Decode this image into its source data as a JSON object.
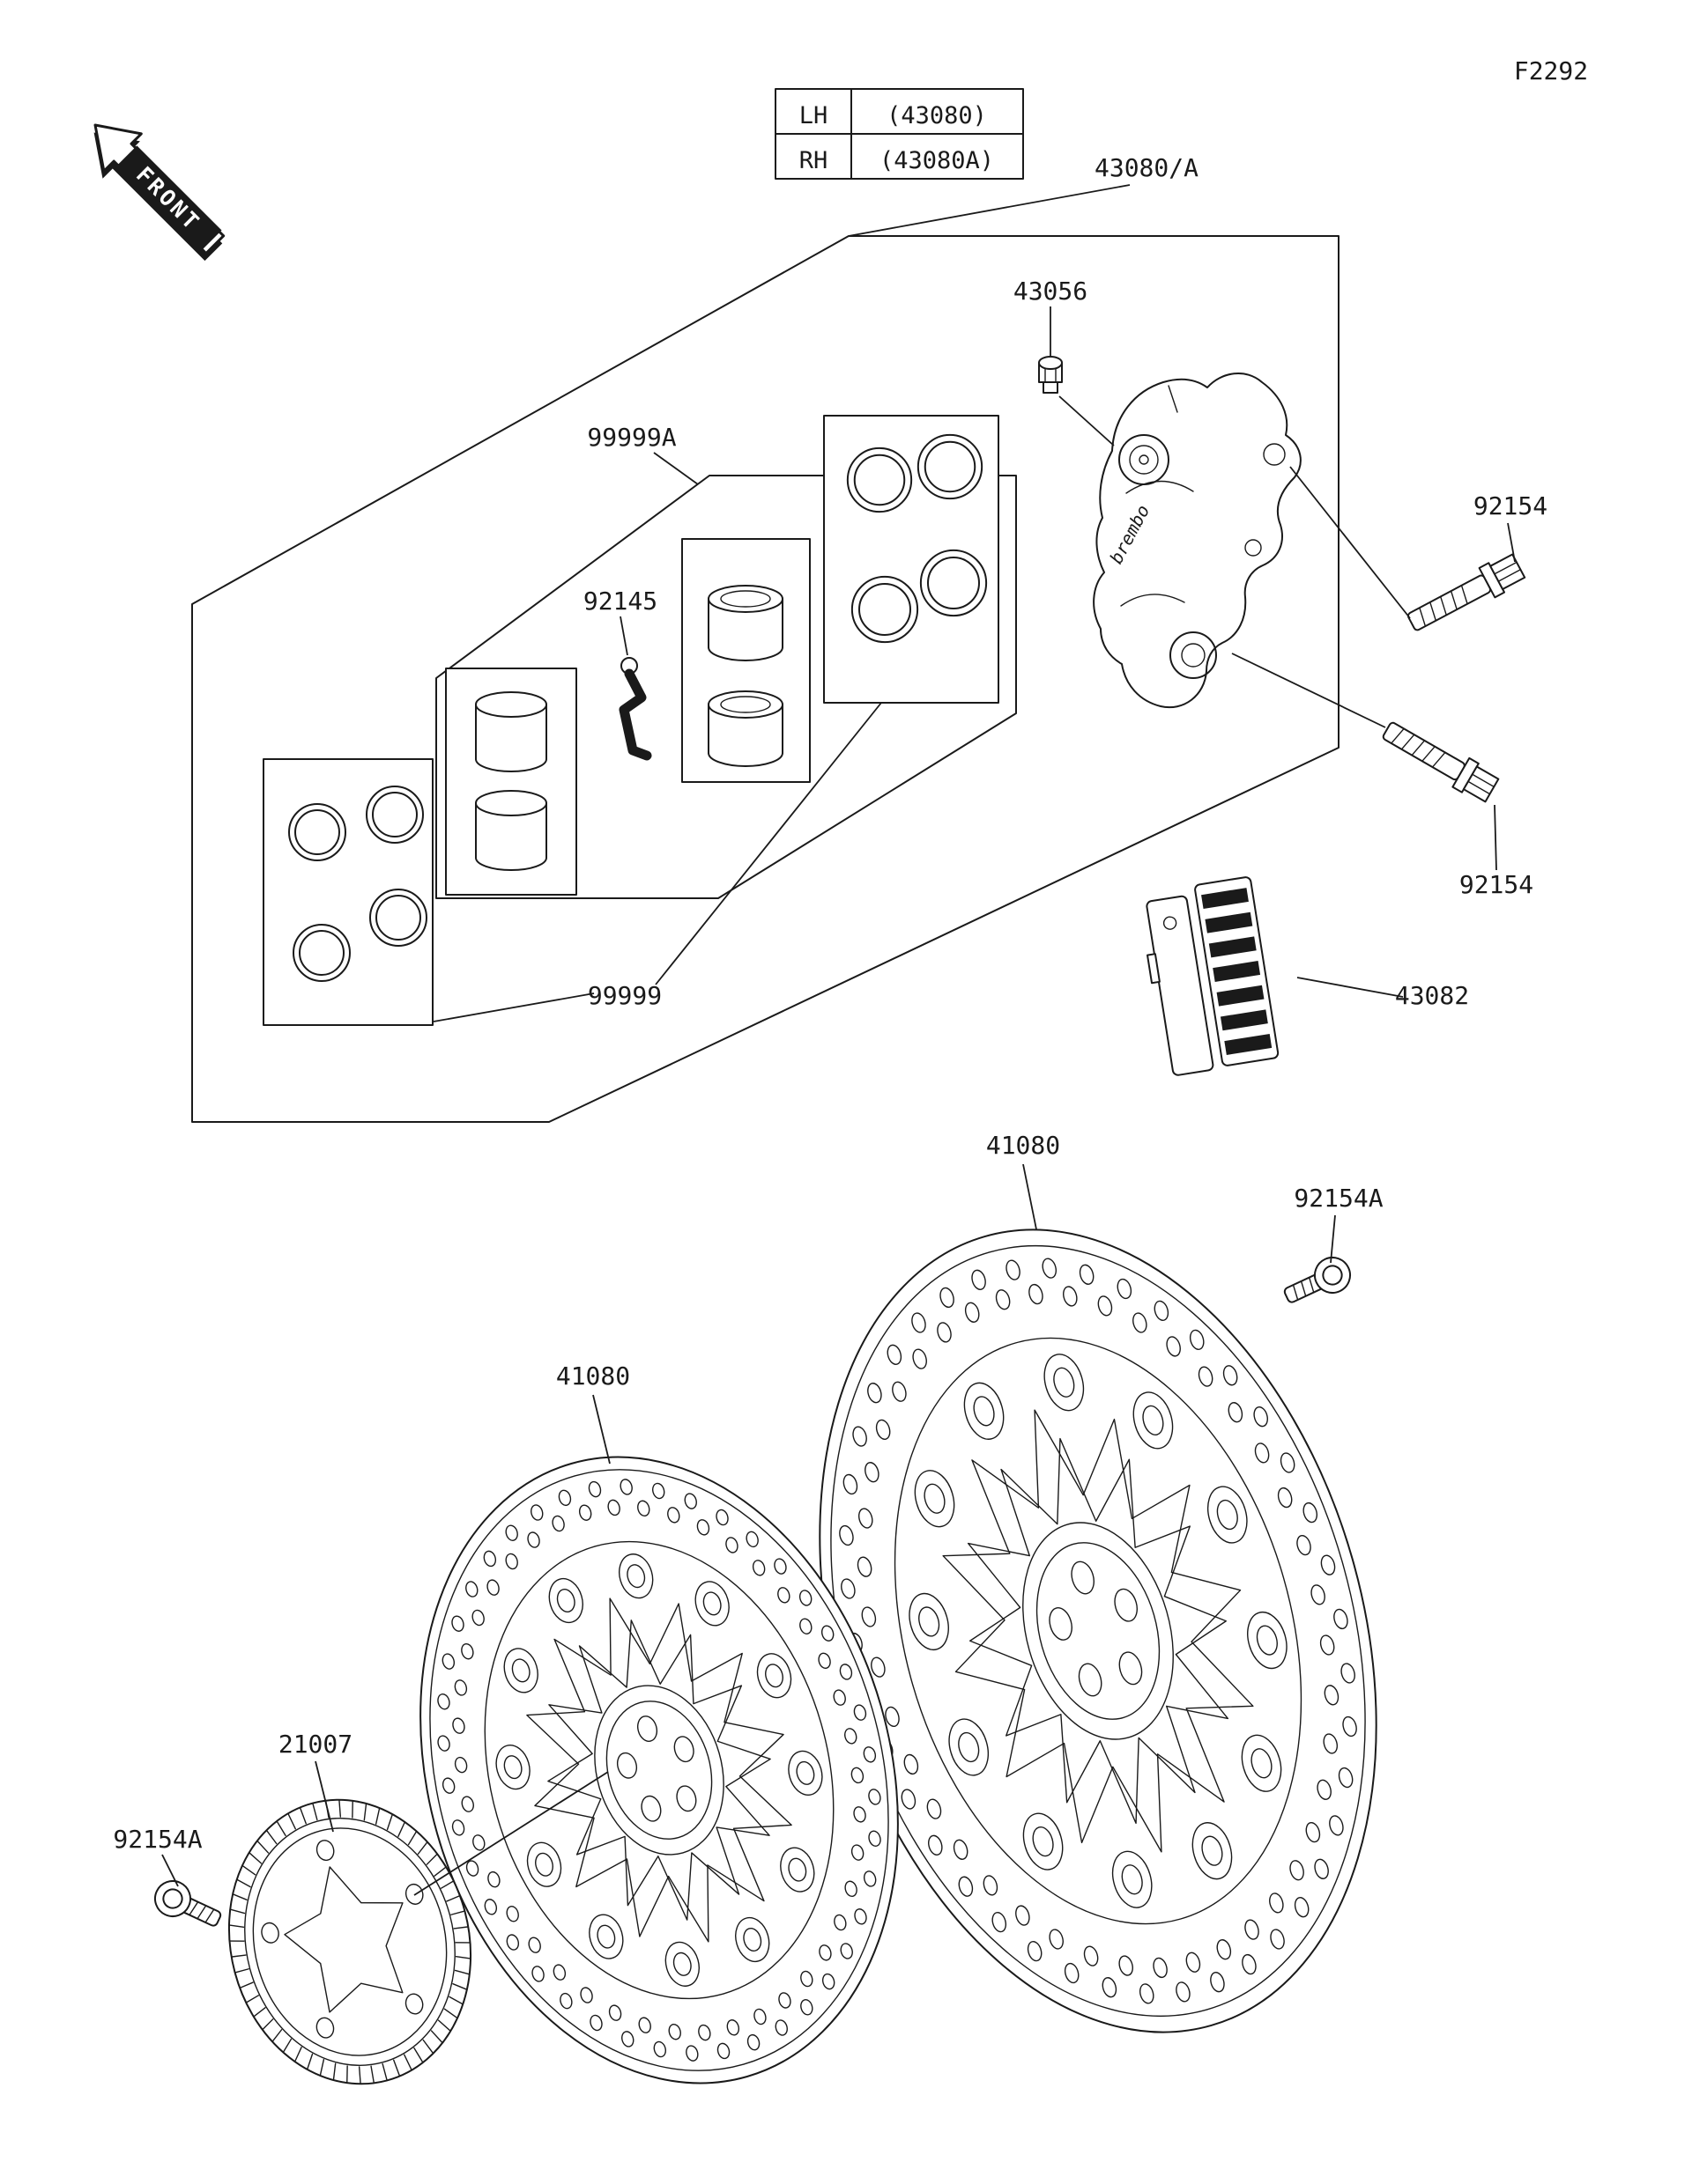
{
  "figure_code": "F2292",
  "front_marker": "FRONT",
  "side_table": {
    "rows": [
      {
        "side": "LH",
        "ref": "(43080)"
      },
      {
        "side": "RH",
        "ref": "(43080A)"
      }
    ]
  },
  "parts": {
    "caliper_assembly": "43080/A",
    "bleed_valve": "43056",
    "seal_kit_a": "99999A",
    "pad_spring": "92145",
    "caliper_bolt_upper": "92154",
    "caliper_bolt_lower": "92154",
    "seal_kit": "99999",
    "brake_pads": "43082",
    "brake_disc_right": "41080",
    "brake_disc_left": "41080",
    "disc_bolt_right": "92154A",
    "disc_bolt_left": "92154A",
    "sensor_ring": "21007"
  },
  "markings": {
    "caliper_brand": "brembo"
  }
}
